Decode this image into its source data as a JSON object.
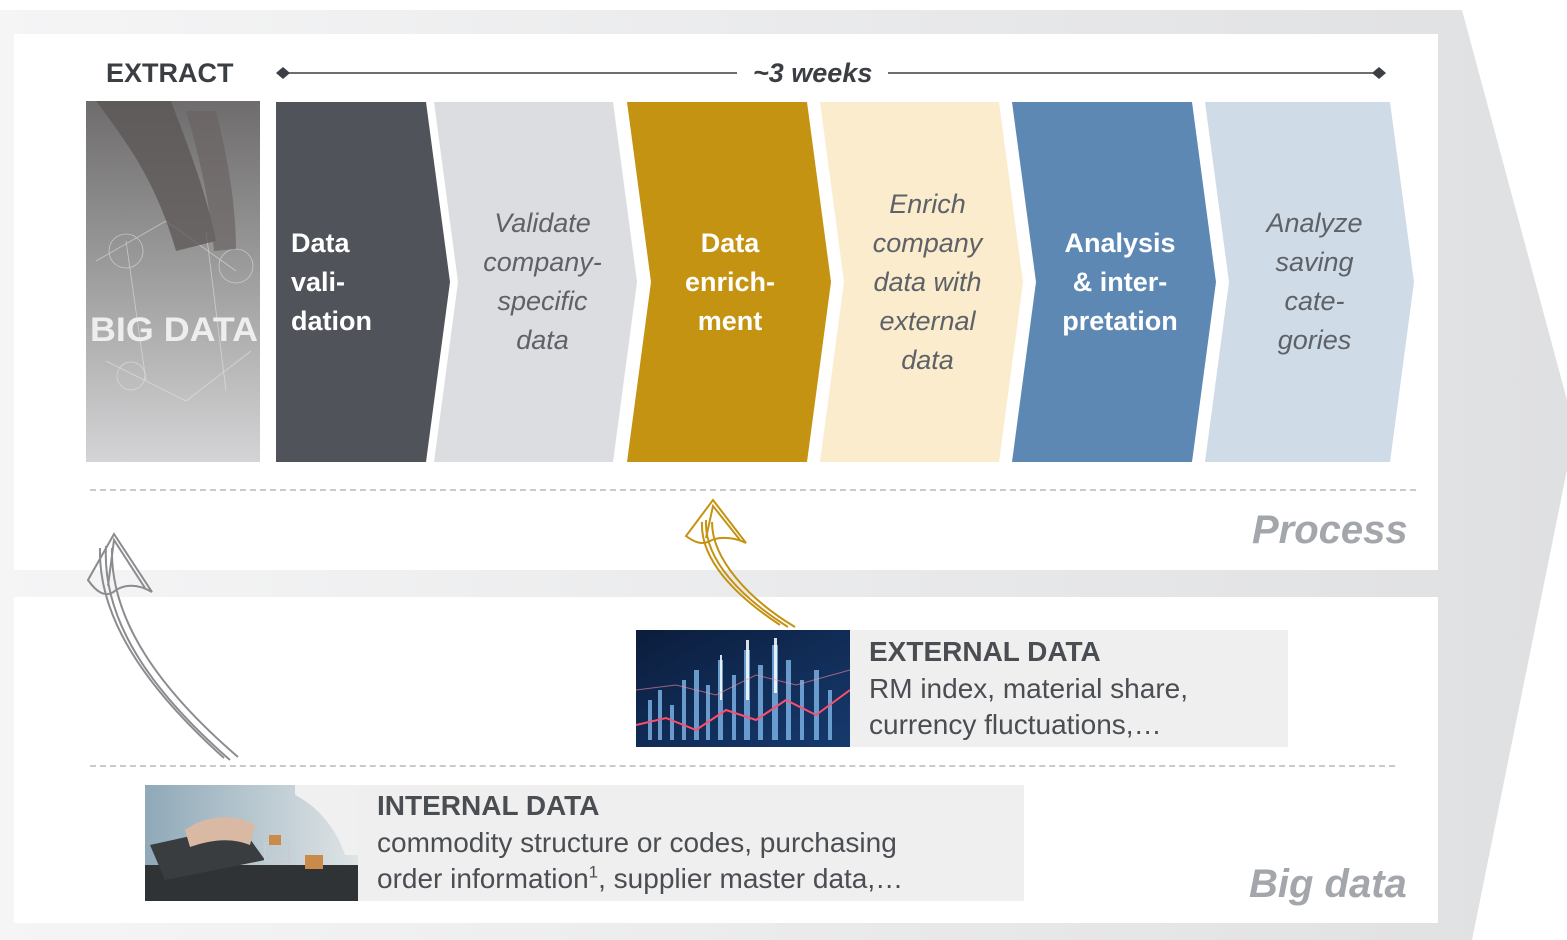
{
  "timeline": {
    "start_label": "EXTRACT",
    "duration_label": "~3 weeks"
  },
  "image_text": "BIG DATA",
  "steps": [
    {
      "title": "Data\nvali-\ndation",
      "description": "Validate\ncompany-\nspecific\ndata",
      "title_color": "#505359",
      "desc_color": "#dcdde0"
    },
    {
      "title": "Data\nenrich-\nment",
      "description": "Enrich\ncompany\ndata with\nexternal\ndata",
      "title_color": "#c59312",
      "desc_color": "#faeccc"
    },
    {
      "title": "Analysis\n& inter-\npretation",
      "description": "Analyze\nsaving\ncate-\ngories",
      "title_color": "#5d88b4",
      "desc_color": "#cfdbe6"
    }
  ],
  "sections": {
    "process": "Process",
    "big_data": "Big data"
  },
  "external_data": {
    "title": "EXTERNAL DATA",
    "lines": [
      "RM index, material share,",
      "currency fluctuations,…"
    ]
  },
  "internal_data": {
    "title": "INTERNAL DATA",
    "line1": "commodity structure or codes, purchasing",
    "line2_main": "order information",
    "line2_sup": "1",
    "line2_end": ", supplier master data,…"
  },
  "colors": {
    "background_arrow": "#e7e8ea",
    "enrichment_arrow": "#c59312",
    "extract_arrow": "#8a8c90",
    "section_label": "#a3a6ab"
  }
}
